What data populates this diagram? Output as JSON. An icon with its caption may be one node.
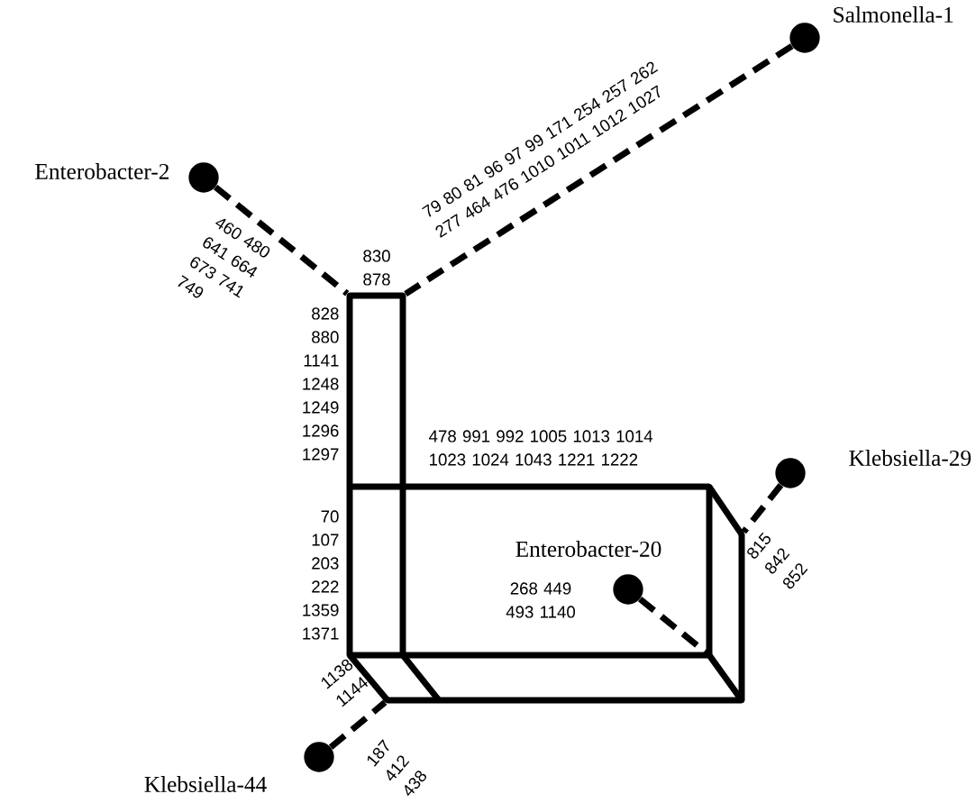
{
  "diagram": {
    "nodes": [
      {
        "text": [
          "Salmonella-1"
        ]
      },
      {
        "text": [
          "Enterobacter-2"
        ]
      },
      {
        "text": [],
        "shape": "point"
      },
      {
        "text": [],
        "shape": "point"
      },
      {
        "text": [
          "Klebsiella-29"
        ]
      },
      {
        "text": [],
        "shape": "point"
      },
      {
        "text": [],
        "shape": "point"
      },
      {
        "text": [],
        "shape": "point"
      },
      {
        "text": [],
        "shape": "point"
      },
      {
        "text": [
          "Enterobacter-20"
        ]
      },
      {
        "text": [],
        "shape": "point"
      },
      {
        "text": [],
        "shape": "point"
      },
      {
        "text": [],
        "shape": "point"
      },
      {
        "text": [],
        "shape": "point"
      },
      {
        "text": [],
        "shape": "point"
      },
      {
        "text": [],
        "shape": "point"
      },
      {
        "text": [
          "Klebsiella-44"
        ]
      }
    ],
    "edges": [
      {
        "from": 1,
        "to": 2,
        "arrow": "none",
        "style": "dashed",
        "label": "460 480 641 664 673 741 749"
      },
      {
        "from": 0,
        "to": 3,
        "arrow": "none",
        "style": "dashed",
        "label": "79 80 81 96 97 99 171 254 257 262 277 464 476 1010 1011 1012 1027"
      },
      {
        "from": 2,
        "to": 3,
        "arrow": "none",
        "label": "830 878"
      },
      {
        "from": 2,
        "to": 5,
        "arrow": "none",
        "label": "828 880 1141 1248 1249 1296 1297"
      },
      {
        "from": 3,
        "to": 6,
        "arrow": "none"
      },
      {
        "from": 5,
        "to": 6,
        "arrow": "none"
      },
      {
        "from": 6,
        "to": 7,
        "arrow": "none",
        "label": "478 991 992 1005 1013 1014 1023 1024 1043 1221 1222"
      },
      {
        "from": 5,
        "to": 10,
        "arrow": "none",
        "label": "70 107 203 222 1359 1371"
      },
      {
        "from": 6,
        "to": 11,
        "arrow": "none"
      },
      {
        "from": 7,
        "to": 12,
        "arrow": "none"
      },
      {
        "from": 7,
        "to": 8,
        "arrow": "none"
      },
      {
        "from": 4,
        "to": 8,
        "arrow": "none",
        "style": "dashed",
        "label": "815 842 852"
      },
      {
        "from": 9,
        "to": 12,
        "arrow": "none",
        "style": "dashed",
        "label": "268 449 493 1140"
      },
      {
        "from": 10,
        "to": 11,
        "arrow": "none"
      },
      {
        "from": 11,
        "to": 12,
        "arrow": "none"
      },
      {
        "from": 10,
        "to": 13,
        "arrow": "none",
        "label": "1138 1144"
      },
      {
        "from": 11,
        "to": 14,
        "arrow": "none"
      },
      {
        "from": 12,
        "to": 15,
        "arrow": "none"
      },
      {
        "from": 8,
        "to": 15,
        "arrow": "none"
      },
      {
        "from": 13,
        "to": 14,
        "arrow": "none"
      },
      {
        "from": 14,
        "to": 15,
        "arrow": "none"
      },
      {
        "from": 16,
        "to": 13,
        "arrow": "none",
        "style": "dashed",
        "label": "187 412 438"
      }
    ]
  }
}
